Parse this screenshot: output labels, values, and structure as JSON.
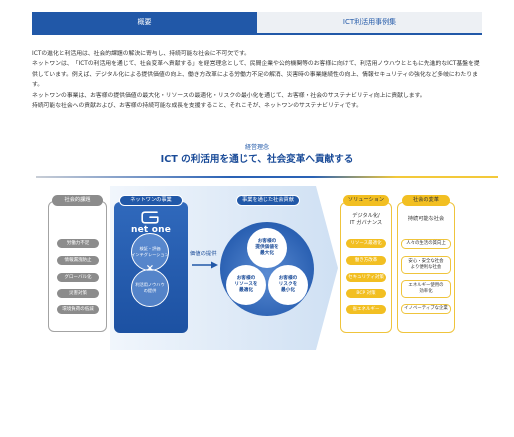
{
  "tabs": [
    {
      "label": "概要",
      "active": true
    },
    {
      "label": "ICT利活用事例集",
      "active": false
    }
  ],
  "intro": {
    "paragraphs": [
      "ICTの進化と利活用は、社会的課題の解決に寄与し、持続可能な社会に不可欠です。",
      "ネットワンは、「ICTの利活用を通じて、社会変革へ貢献する」を経営理念として、民間企業や公的機関等のお客様に向けて、利活用ノウハウとともに先進的なICT基盤を提供しています。例えば、デジタル化による提供価値の向上、働き方改革による労働力不足の解消、災害時の事業継続性の向上、情報セキュリティの強化など多岐にわたります。",
      "ネットワンの事業は、お客様の提供価値の最大化・リソースの最適化・リスクの最小化を通じて、お客様・社会のサステナビリティ向上に貢献します。",
      "持続可能な社会への貢献および、お客様の持続可能な成長を支援すること、それこそが、ネットワンのサステナビリティです。"
    ]
  },
  "philosophy": {
    "label": "経営理念",
    "statement": "ICT の利活用を通じて、社会変革へ貢献する"
  },
  "diagram": {
    "social_issues": {
      "title": "社会的課題",
      "items": [
        "労働力不足",
        "情報漏洩防止",
        "グローバル化",
        "災害対策",
        "環境負荷の低減"
      ]
    },
    "business": {
      "title": "ネットワンの事業",
      "logo_text": "net one",
      "circles": [
        {
          "lines": [
            "検証・評価",
            "インテグレーション"
          ]
        },
        {
          "lines": [
            "利活用ノウハウ",
            "の提供"
          ]
        }
      ],
      "cross": "×"
    },
    "value_flow": {
      "label": "価値の提供"
    },
    "contribution": {
      "title": "事業を通じた社会貢献",
      "circles": [
        {
          "lines": [
            "お客様の",
            "提供価値を",
            "最大化"
          ]
        },
        {
          "lines": [
            "お客様の",
            "リソースを",
            "最適化"
          ]
        },
        {
          "lines": [
            "お客様の",
            "リスクを",
            "最小化"
          ]
        }
      ]
    },
    "solutions": {
      "title": "ソリューション",
      "subtitle_lines": [
        "デジタル化/",
        "IT ガバナンス"
      ],
      "items": [
        "リソース最適化",
        "働き方改革",
        "セキュリティ対策",
        "BCP 対策",
        "省エネルギー"
      ]
    },
    "transformation": {
      "title": "社会の変革",
      "subtitle": "持続可能な社会",
      "items": [
        {
          "lines": [
            "人々の生活の質向上"
          ]
        },
        {
          "lines": [
            "安心・安全な社会",
            "より便利な社会"
          ]
        },
        {
          "lines": [
            "エネルギー使用の",
            "効率化"
          ]
        },
        {
          "lines": [
            "イノベーティブな企業"
          ]
        }
      ]
    }
  },
  "icons": {
    "logo": "net-one-logo-icon",
    "flow_arrow": "arrow-right-icon"
  },
  "colors": {
    "blue": "#2158a8",
    "blue_dark": "#1a4b98",
    "gray": "#8c8c8c",
    "yellow": "#f2bf22",
    "yellow_border": "#efc43c",
    "text": "#333333",
    "tab_inactive_bg": "#edf0f4"
  }
}
